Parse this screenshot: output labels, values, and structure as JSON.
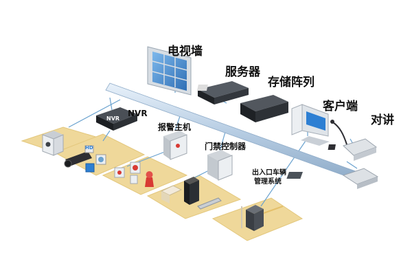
{
  "labels": {
    "video_wall": "电视墙",
    "server": "服务器",
    "storage": "存储阵列",
    "client": "客户端",
    "intercom": "对讲",
    "nvr": "NVR",
    "nvr_device_text": "NVR",
    "alarm_host": "报警主机",
    "access_controller": "门禁控制器",
    "parking_system_line1": "出入口车辆",
    "parking_system_line2": "管理系统",
    "hd_badge": "HD"
  },
  "colors": {
    "zone_fill": "#efd89a",
    "zone_edge": "#e3c77c",
    "backbone": "#a9c3dc",
    "link_line": "#6aa2cf",
    "device_dark": "#2e2e33",
    "device_light": "#eceff2",
    "alarm_red": "#d83a34"
  }
}
